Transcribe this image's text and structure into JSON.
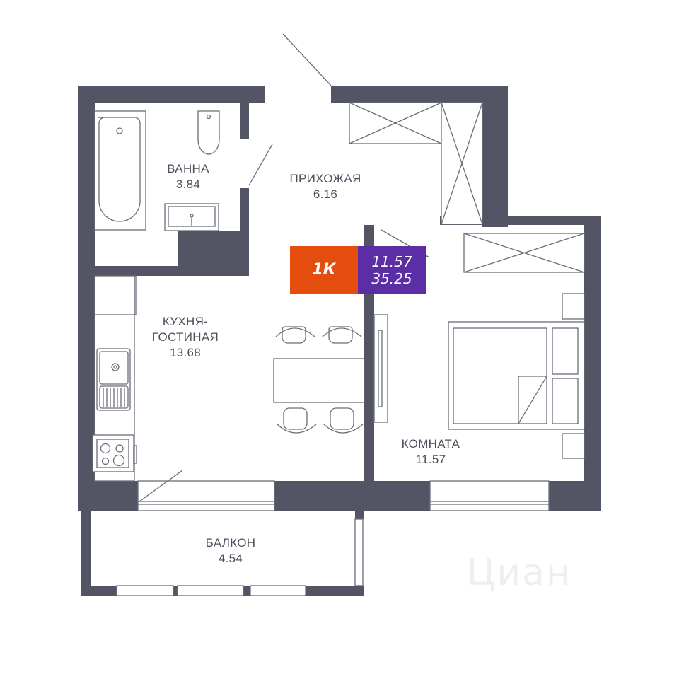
{
  "plan": {
    "type_badge": "1К",
    "living_area": "11.57",
    "total_area": "35.25",
    "colors": {
      "wall": "#535564",
      "badge_type": "#e44d0e",
      "badge_area": "#5b2ea6",
      "label_text": "#4d4f5c"
    },
    "rooms": [
      {
        "name": "ВАННА",
        "area": "3.84"
      },
      {
        "name": "ПРИХОЖАЯ",
        "area": "6.16"
      },
      {
        "name_line1": "КУХНЯ-",
        "name_line2": "ГОСТИНАЯ",
        "area": "13.68"
      },
      {
        "name": "КОМНАТА",
        "area": "11.57"
      },
      {
        "name": "БАЛКОН",
        "area": "4.54"
      }
    ],
    "watermark": "Циан"
  }
}
